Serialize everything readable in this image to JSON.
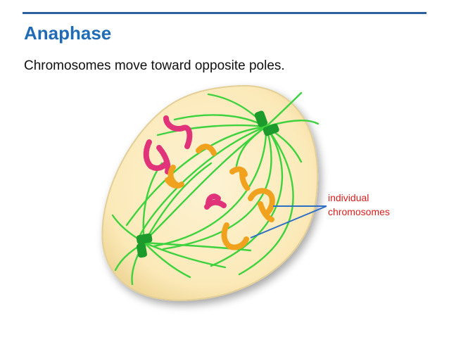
{
  "slide": {
    "title": "Anaphase",
    "subtitle": "Chromosomes move toward opposite poles."
  },
  "callout": {
    "line1": "individual",
    "line2": "chromosomes"
  },
  "colors": {
    "title": "#1f6bb5",
    "rule": "#2b5f9e",
    "cell_fill": "#fbecc0",
    "cell_edge": "#e3cf96",
    "spindle": "#3ed23e",
    "centriole": "#1d9a2c",
    "chromosome_pink": "#e0337a",
    "chromosome_orange": "#f0a21f",
    "callout_text": "#d81e1e",
    "callout_line": "#2f6fc3"
  },
  "icons": {
    "cell": "cell-body-icon",
    "spindle": "spindle-fiber-icon",
    "centriole": "centriole-icon",
    "chromosome": "chromosome-icon"
  }
}
